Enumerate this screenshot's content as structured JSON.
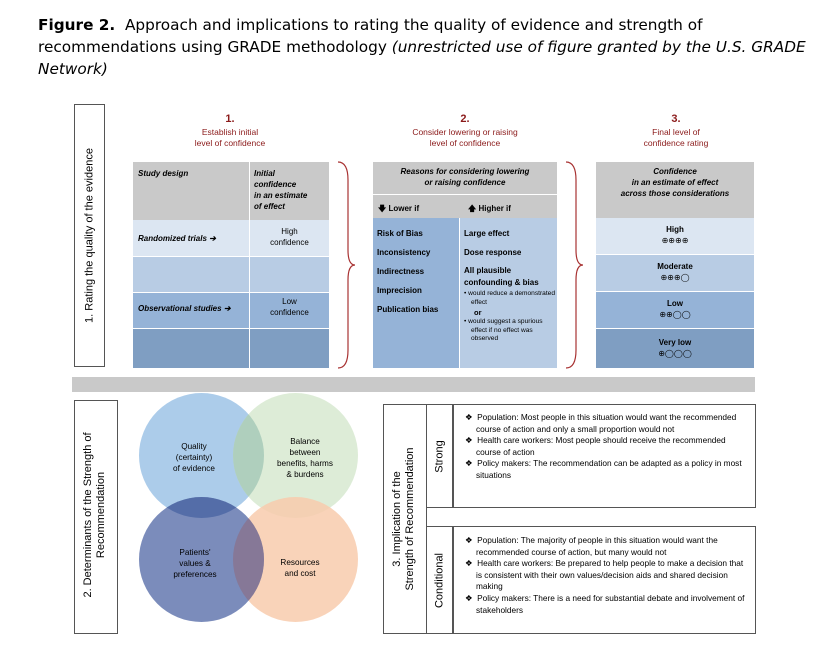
{
  "caption": {
    "label": "Figure 2.",
    "text": "Approach and implications to rating the quality of evidence and strength of recommendations using GRADE methodology",
    "credit": "(unrestricted use of figure granted by the U.S. GRADE Network)"
  },
  "section1": {
    "side_label": "1. Rating the quality of the evidence",
    "col1": {
      "num": "1.",
      "title_line1": "Establish initial",
      "title_line2": "level of confidence",
      "header_left": "Study design",
      "header_right": [
        "Initial",
        "confidence",
        "in an estimate",
        "of effect"
      ],
      "row1_left": "Randomized trials",
      "row1_right_1": "High",
      "row1_right_2": "confidence",
      "row2_left": "Observational studies",
      "row2_right_1": "Low",
      "row2_right_2": "confidence",
      "arrow": "➔"
    },
    "col2": {
      "num": "2.",
      "title_line1": "Consider lowering or raising",
      "title_line2": "level of confidence",
      "header_line1": "Reasons for considering lowering",
      "header_line2": "or raising confidence",
      "lower_label": "Lower if",
      "higher_label": "Higher if",
      "lower_arrow": "🡇",
      "higher_arrow": "🡅",
      "lower_items": [
        "Risk of Bias",
        "Inconsistency",
        "Indirectness",
        "Imprecision",
        "Publication bias"
      ],
      "higher_items": [
        "Large effect",
        "Dose response",
        "All plausible",
        "confounding & bias"
      ],
      "higher_sub1": "would reduce a demonstrated effect",
      "higher_or": "or",
      "higher_sub2": "would suggest a spurious effect if no effect was observed"
    },
    "col3": {
      "num": "3.",
      "title_line1": "Final level of",
      "title_line2": "confidence rating",
      "header_line1": "Confidence",
      "header_line2": "in an estimate of effect",
      "header_line3": "across those considerations",
      "levels": [
        {
          "label": "High",
          "symbols": "⊕⊕⊕⊕"
        },
        {
          "label": "Moderate",
          "symbols": "⊕⊕⊕◯"
        },
        {
          "label": "Low",
          "symbols": "⊕⊕◯◯"
        },
        {
          "label": "Very low",
          "symbols": "⊕◯◯◯"
        }
      ]
    }
  },
  "section2": {
    "side_label_line1": "2. Determinants of the Strength of",
    "side_label_line2": "Recommendation",
    "circles": {
      "quality": [
        "Quality",
        "(certainty)",
        "of evidence"
      ],
      "balance": [
        "Balance",
        "between",
        "benefits, harms",
        "& burdens"
      ],
      "values": [
        "Patients'",
        "values &",
        "preferences"
      ],
      "resources": [
        "Resources",
        "and cost"
      ]
    },
    "colors": {
      "quality": "#9dc3e6",
      "balance": "#d9ead3",
      "values": "#5b6ea6",
      "resources": "#f8cbad"
    }
  },
  "section3": {
    "side_label_line1": "3. Implication of the",
    "side_label_line2": "Strength of Recommendation",
    "strong_label": "Strong",
    "strong_items": [
      "Population: Most people in this situation would want the recommended course of action and only a small proportion would not",
      "Health care workers: Most people should receive the recommended course of action",
      "Policy makers: The recommendation can be adapted as a policy in most situations"
    ],
    "conditional_label": "Conditional",
    "conditional_items": [
      "Population: The majority of people in this situation would want the recommended course of action, but many would not",
      "Health care workers: Be prepared to help people to make a decision that is consistent with their own values/decision aids and shared decision making",
      "Policy makers: There is a need for substantial debate and involvement of stakeholders"
    ],
    "bullet": "❖"
  }
}
